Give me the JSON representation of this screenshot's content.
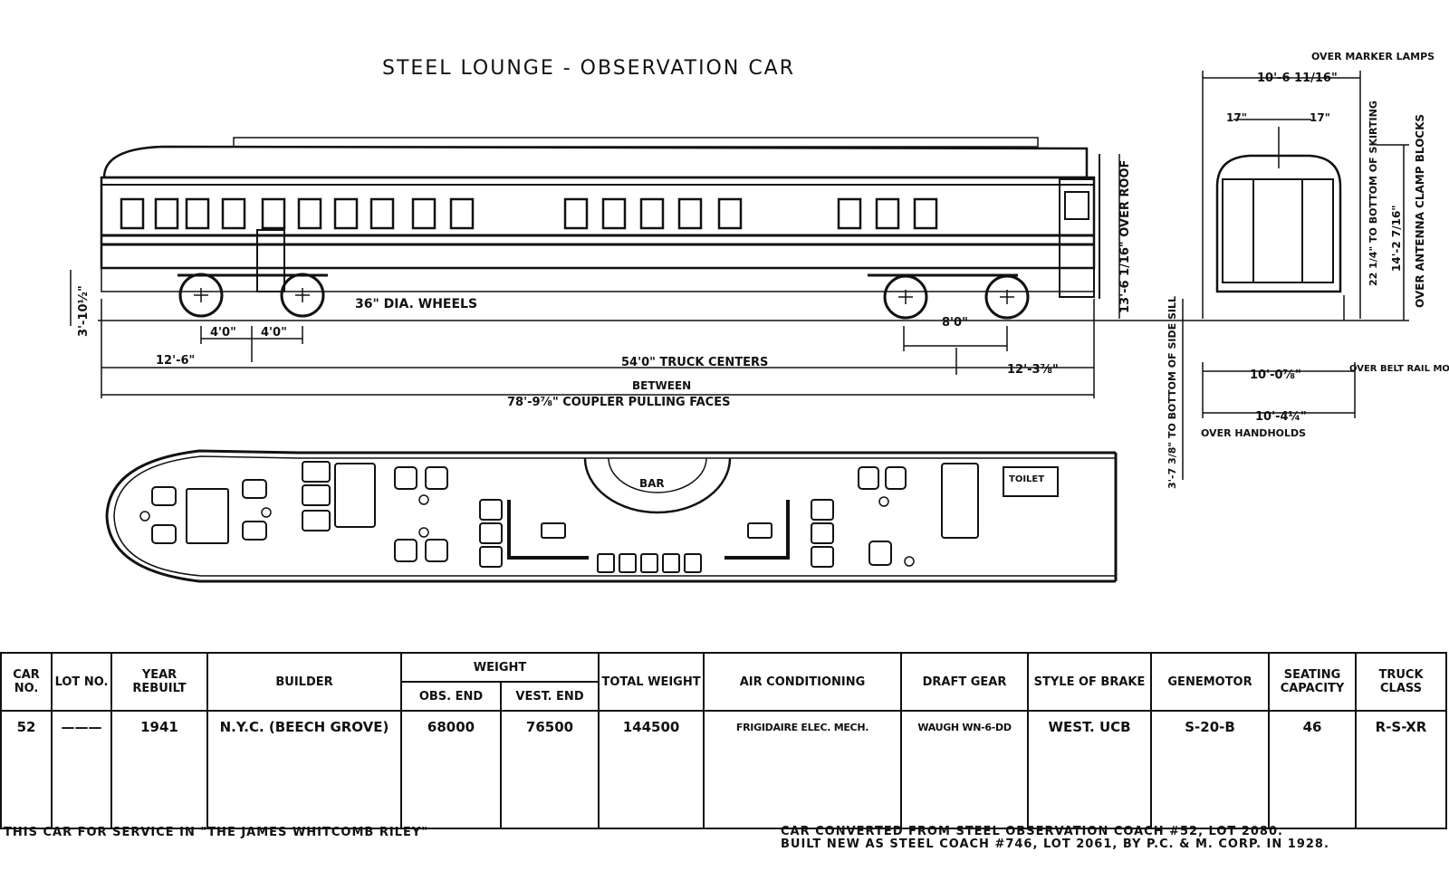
{
  "title": "STEEL LOUNGE - OBSERVATION CAR",
  "side_view": {
    "wheels_label": "36\" DIA. WHEELS",
    "left_height": "3'-10½\"",
    "wheelbase_a": "4'0\"",
    "wheelbase_b": "4'0\"",
    "wheelbase_rear": "8'0\"",
    "overhang_front": "12'-6\"",
    "truck_centers": "54'0\" TRUCK CENTERS",
    "overhang_rear": "12'-3⅞\"",
    "between": "BETWEEN",
    "overall_length": "78'-9⅞\" COUPLER PULLING FACES",
    "roof_height": "13'-6 1/16\" OVER ROOF"
  },
  "end_view": {
    "width_marker": "10'-6 11/16\"",
    "marker_note": "OVER MARKER LAMPS",
    "spacing_left": "17\"",
    "spacing_right": "17\"",
    "skirting": "22 1/4\" TO BOTTOM OF SKIRTING",
    "antenna": "14'-2 7/16\"",
    "antenna_note": "OVER ANTENNA CLAMP BLOCKS",
    "side_sill": "3'-7 3/8\" TO BOTTOM OF SIDE SILL",
    "width_belt": "10'-0⅞\"",
    "belt_note": "OVER BELT RAIL MOULDINGS",
    "width_handholds": "10'-4¼\"",
    "handholds_note": "OVER HANDHOLDS"
  },
  "floor_plan": {
    "bar_label": "BAR",
    "toilet_label": "TOILET"
  },
  "spec_table": {
    "headers": {
      "car_no": "CAR NO.",
      "lot_no": "LOT NO.",
      "year": "YEAR REBUILT",
      "builder": "BUILDER",
      "weight": "WEIGHT",
      "obs_end": "OBS. END",
      "vest_end": "VEST. END",
      "total_weight": "TOTAL WEIGHT",
      "air": "AIR CONDITIONING",
      "draft": "DRAFT GEAR",
      "brake": "STYLE OF BRAKE",
      "genemotor": "GENEMOTOR",
      "seating": "SEATING CAPACITY",
      "truck": "TRUCK CLASS"
    },
    "row": {
      "car_no": "52",
      "lot_no": "———",
      "year": "1941",
      "builder": "N.Y.C. (BEECH GROVE)",
      "obs_end": "68000",
      "vest_end": "76500",
      "total_weight": "144500",
      "air": "FRIGIDAIRE ELEC. MECH.",
      "draft": "WAUGH WN-6-DD",
      "brake": "WEST. UCB",
      "genemotor": "S-20-B",
      "seating": "46",
      "truck": "R-S-XR"
    }
  },
  "footer": {
    "service": "THIS CAR FOR SERVICE IN \"THE JAMES WHITCOMB RILEY\"",
    "converted": "CAR CONVERTED FROM STEEL OBSERVATION COACH #52, LOT 2080.",
    "built": "BUILT NEW AS STEEL COACH #746, LOT 2061, BY P.C. & M. CORP. IN 1928."
  }
}
